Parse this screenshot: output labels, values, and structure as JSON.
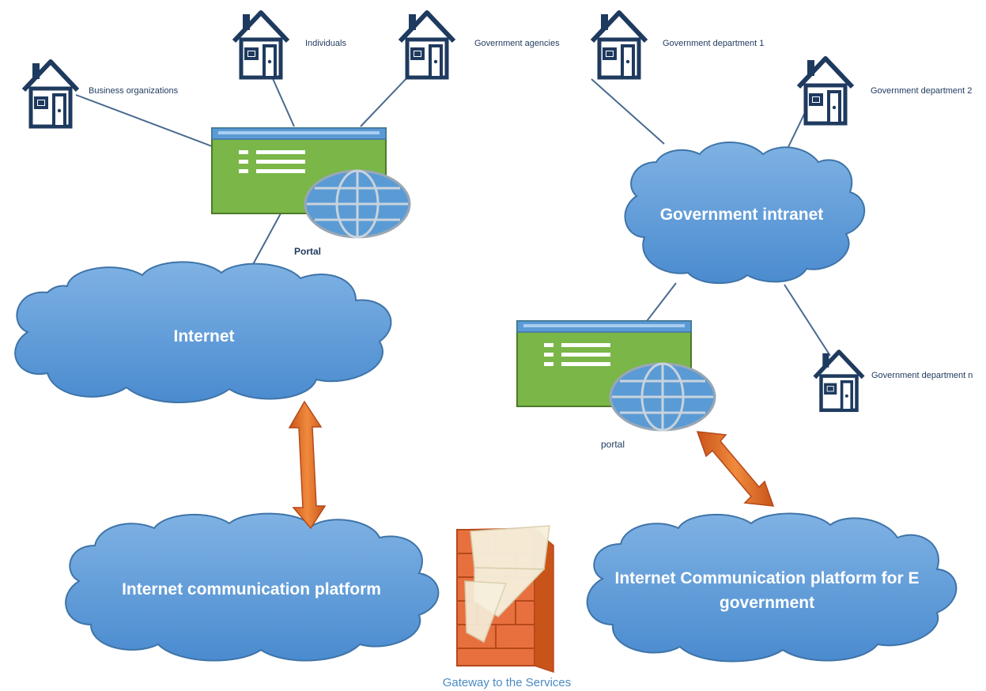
{
  "houses": {
    "individuals": "Individuals",
    "gov_agencies": "Government agencies",
    "gov_dept_1": "Government department 1",
    "business": "Business organizations",
    "gov_dept_2": "Government department 2",
    "gov_dept_n": "Government department n"
  },
  "clouds": {
    "internet": "Internet",
    "gov_intranet": "Government intranet",
    "icp": "Internet communication platform",
    "icp_egov_line1": "Internet Communication platform for E",
    "icp_egov_line2": "government"
  },
  "portals": {
    "left": "Portal",
    "right": "portal"
  },
  "gateway": {
    "label": "Gateway to the Services"
  },
  "colors": {
    "cloud_fill": "#5b9bd5",
    "cloud_stroke": "#3f74a8",
    "portal_green": "#7ab648",
    "portal_bar": "#5b9bd5",
    "arrow_orange": "#e8702a",
    "house_stroke": "#1f3a5f",
    "link_line": "#4a6a8f"
  }
}
